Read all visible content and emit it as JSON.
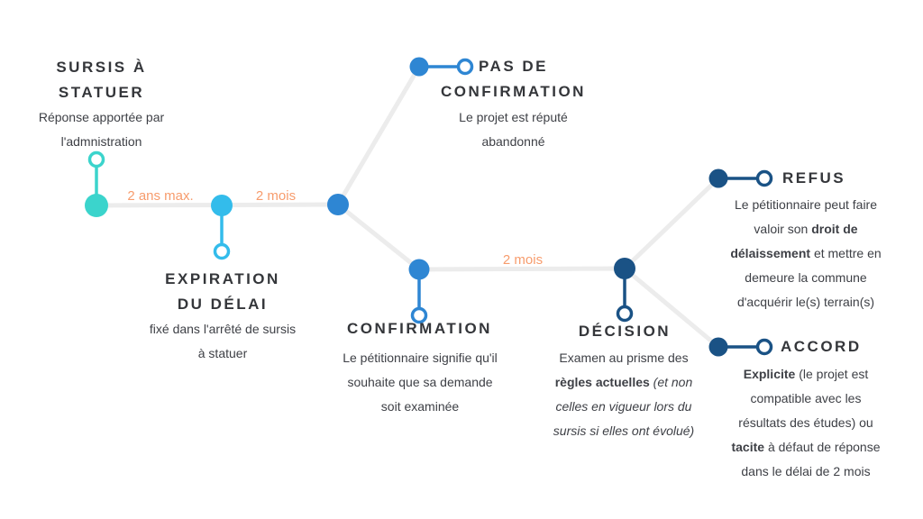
{
  "colors": {
    "turquoise": "#3BD4CC",
    "sky": "#33BCEB",
    "blue": "#2E86D3",
    "navy": "#1A5285",
    "line": "#ECECEC",
    "orange": "#F79C6D",
    "title": "#34363A",
    "body": "#3E4046",
    "bg": "#FFFFFF"
  },
  "durations": {
    "sursis_to_expiration": "2 ans max.",
    "expiration_to_fork": "2 mois",
    "confirmation_to_decision": "2 mois"
  },
  "nodes": {
    "sursis_a_statuer": {
      "title": [
        "SURSIS À",
        "STATUER"
      ],
      "desc": [
        {
          "t": "Réponse apportée par l'admnistration"
        }
      ]
    },
    "expiration_du_delai": {
      "title": [
        "EXPIRATION",
        "DU DÉLAI"
      ],
      "desc": [
        {
          "t": "fixé dans l'arrêté de sursis à statuer"
        }
      ]
    },
    "pas_de_confirmation": {
      "title": [
        "PAS DE",
        "CONFIRMATION"
      ],
      "desc": [
        {
          "t": "Le projet est réputé abandonné"
        }
      ]
    },
    "confirmation": {
      "title": [
        "CONFIRMATION"
      ],
      "desc": [
        {
          "t": "Le pétitionnaire signifie qu'il souhaite que sa demande soit examinée"
        }
      ]
    },
    "decision": {
      "title": [
        "DÉCISION"
      ],
      "desc": [
        {
          "t": "Examen au prisme des "
        },
        {
          "t": "règles actuelles",
          "style": "bold"
        },
        {
          "t": " (et non celles en vigueur lors du sursis si elles ont évolué)",
          "style": "italic"
        }
      ]
    },
    "refus": {
      "title": [
        "REFUS"
      ],
      "desc": [
        {
          "t": "Le pétitionnaire peut faire valoir son "
        },
        {
          "t": "droit de délaissement",
          "style": "bold"
        },
        {
          "t": " et mettre en demeure la commune d'acquérir le(s) terrain(s)"
        }
      ]
    },
    "accord": {
      "title": [
        "ACCORD"
      ],
      "desc": [
        {
          "t": "Explicite",
          "style": "bold"
        },
        {
          "t": " (le projet est compatible avec les résultats des études) ou "
        },
        {
          "t": "tacite",
          "style": "bold"
        },
        {
          "t": " à défaut de réponse dans le délai de 2 mois"
        }
      ]
    }
  }
}
